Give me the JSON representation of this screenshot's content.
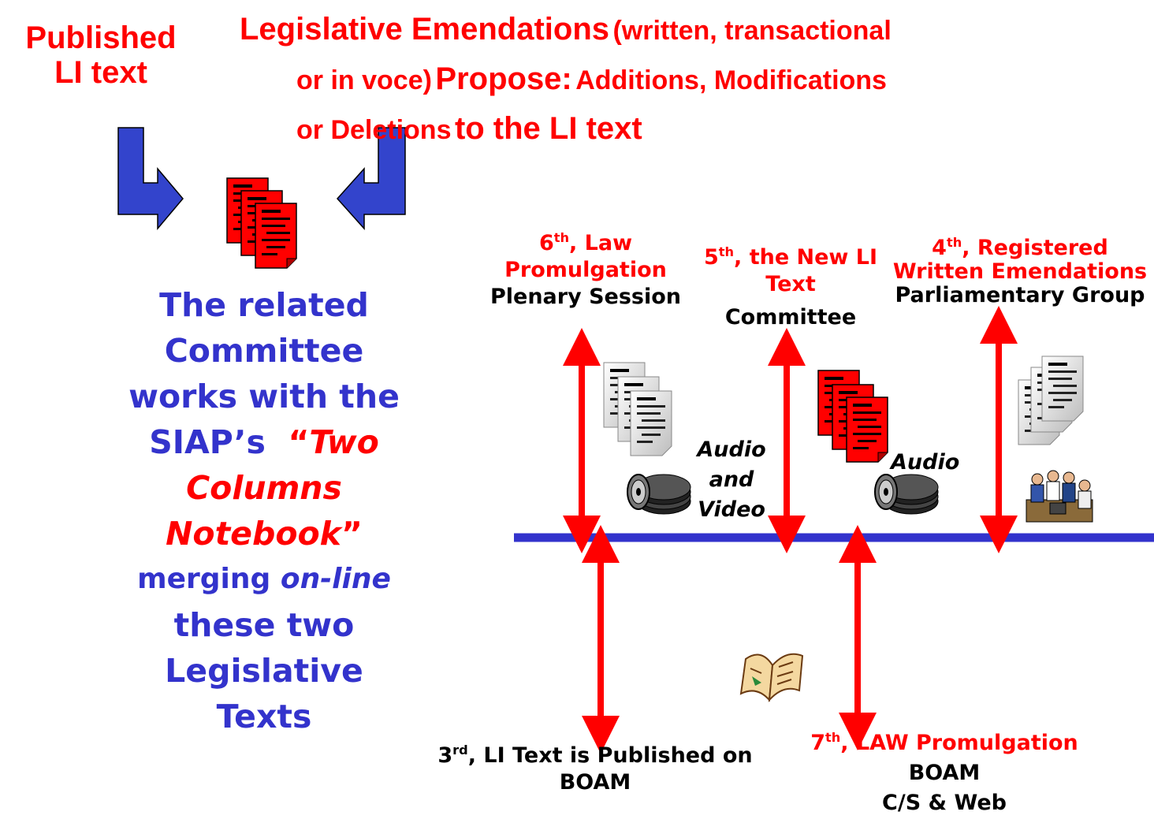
{
  "published": {
    "line1": "Published",
    "line2": "LI text"
  },
  "emendations": {
    "part1": "Legislative Emendations",
    "part2": "(written, transactional",
    "part3": "or in voce)",
    "part4": "Propose:",
    "part5": "Additions, Modifications",
    "part6": "or Deletions",
    "part7": "to the LI text"
  },
  "committee_text": {
    "l1": "The related",
    "l2": "Committee",
    "l3": "works with the",
    "l4a": "SIAP’s",
    "l4b": "“",
    "l4c": "Two",
    "l5": "Columns",
    "l6a": "Notebook",
    "l6b": "”",
    "l7a": "merging",
    "l7b": "on-line",
    "l8": "these two",
    "l9": "Legislative",
    "l10": "Texts"
  },
  "steps": {
    "s6": {
      "ord": "6",
      "sup": "th",
      "l1": ", Law",
      "l2": "Promulgation",
      "sub": "Plenary Session"
    },
    "s5": {
      "ord": "5",
      "sup": "th",
      "l1": ", the New LI",
      "l2": "Text",
      "sub": "Committee"
    },
    "s4": {
      "ord": "4",
      "sup": "th",
      "l1": ", Registered",
      "l2": "Written Emendations",
      "sub": "Parliamentary Group"
    },
    "s3": {
      "ord": "3",
      "sup": "rd",
      "l1": ", LI Text is Published on",
      "l2": "BOAM"
    },
    "s7": {
      "ord": "7",
      "sup": "th",
      "l1": ", LAW Promulgation",
      "l2": "BOAM",
      "l3": "C/S & Web"
    }
  },
  "media": {
    "av1": "Audio",
    "av2": "and",
    "av3": "Video",
    "audio": "Audio"
  },
  "colors": {
    "red": "#ff0000",
    "blue_text": "#3333cc",
    "timeline": "#3333cc",
    "arrow_fill": "#3344cc"
  },
  "icons": [
    "document-stack-red-icon",
    "document-stack-gray-icon",
    "film-reels-icon",
    "people-meeting-icon",
    "open-book-icon"
  ]
}
